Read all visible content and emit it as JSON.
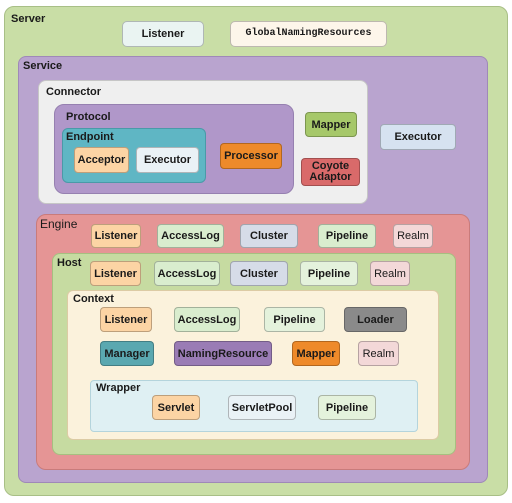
{
  "colors": {
    "server": "#c9dea6",
    "service": "#b9a4cf",
    "connector": "#efefef",
    "protocol": "#b097c9",
    "endpoint": "#5fb6c4",
    "engine": "#e59595",
    "host": "#c6dba1",
    "context": "#fbf2dc",
    "wrapper": "#dff0f3",
    "chip_peach": "#fcd4a4",
    "chip_green": "#d9edce",
    "chip_blue": "#d6e2f0",
    "chip_pink": "#f3d8d8",
    "chip_orange": "#ee8a2a",
    "chip_olive": "#a6c86a",
    "chip_red": "#d96a6a",
    "chip_gray": "#8a8a8a",
    "chip_teal": "#5aa8b0",
    "chip_purple": "#9a7cb5",
    "chip_white": "#f7fafc"
  },
  "diagram": {
    "server": {
      "label": "Server",
      "listener": "Listener",
      "global_naming": "GlobalNamingResources"
    },
    "service": {
      "label": "Service",
      "executor": "Executor",
      "connector": {
        "label": "Connector",
        "protocol": {
          "label": "Protocol",
          "endpoint": {
            "label": "Endpoint",
            "acceptor": "Acceptor",
            "executor": "Executor"
          },
          "processor": "Processor"
        },
        "mapper": "Mapper",
        "coyote_line1": "Coyote",
        "coyote_line2": "Adaptor"
      },
      "engine": {
        "label": "Engine",
        "listener": "Listener",
        "access_log": "AccessLog",
        "cluster": "Cluster",
        "pipeline": "Pipeline",
        "realm": "Realm",
        "host": {
          "label": "Host",
          "listener": "Listener",
          "access_log": "AccessLog",
          "cluster": "Cluster",
          "pipeline": "Pipeline",
          "realm": "Realm",
          "context": {
            "label": "Context",
            "listener": "Listener",
            "access_log": "AccessLog",
            "pipeline": "Pipeline",
            "loader": "Loader",
            "manager": "Manager",
            "naming_resource": "NamingResource",
            "mapper": "Mapper",
            "realm": "Realm",
            "wrapper": {
              "label": "Wrapper",
              "servlet": "Servlet",
              "servlet_pool": "ServletPool",
              "pipeline": "Pipeline"
            }
          }
        }
      }
    }
  }
}
